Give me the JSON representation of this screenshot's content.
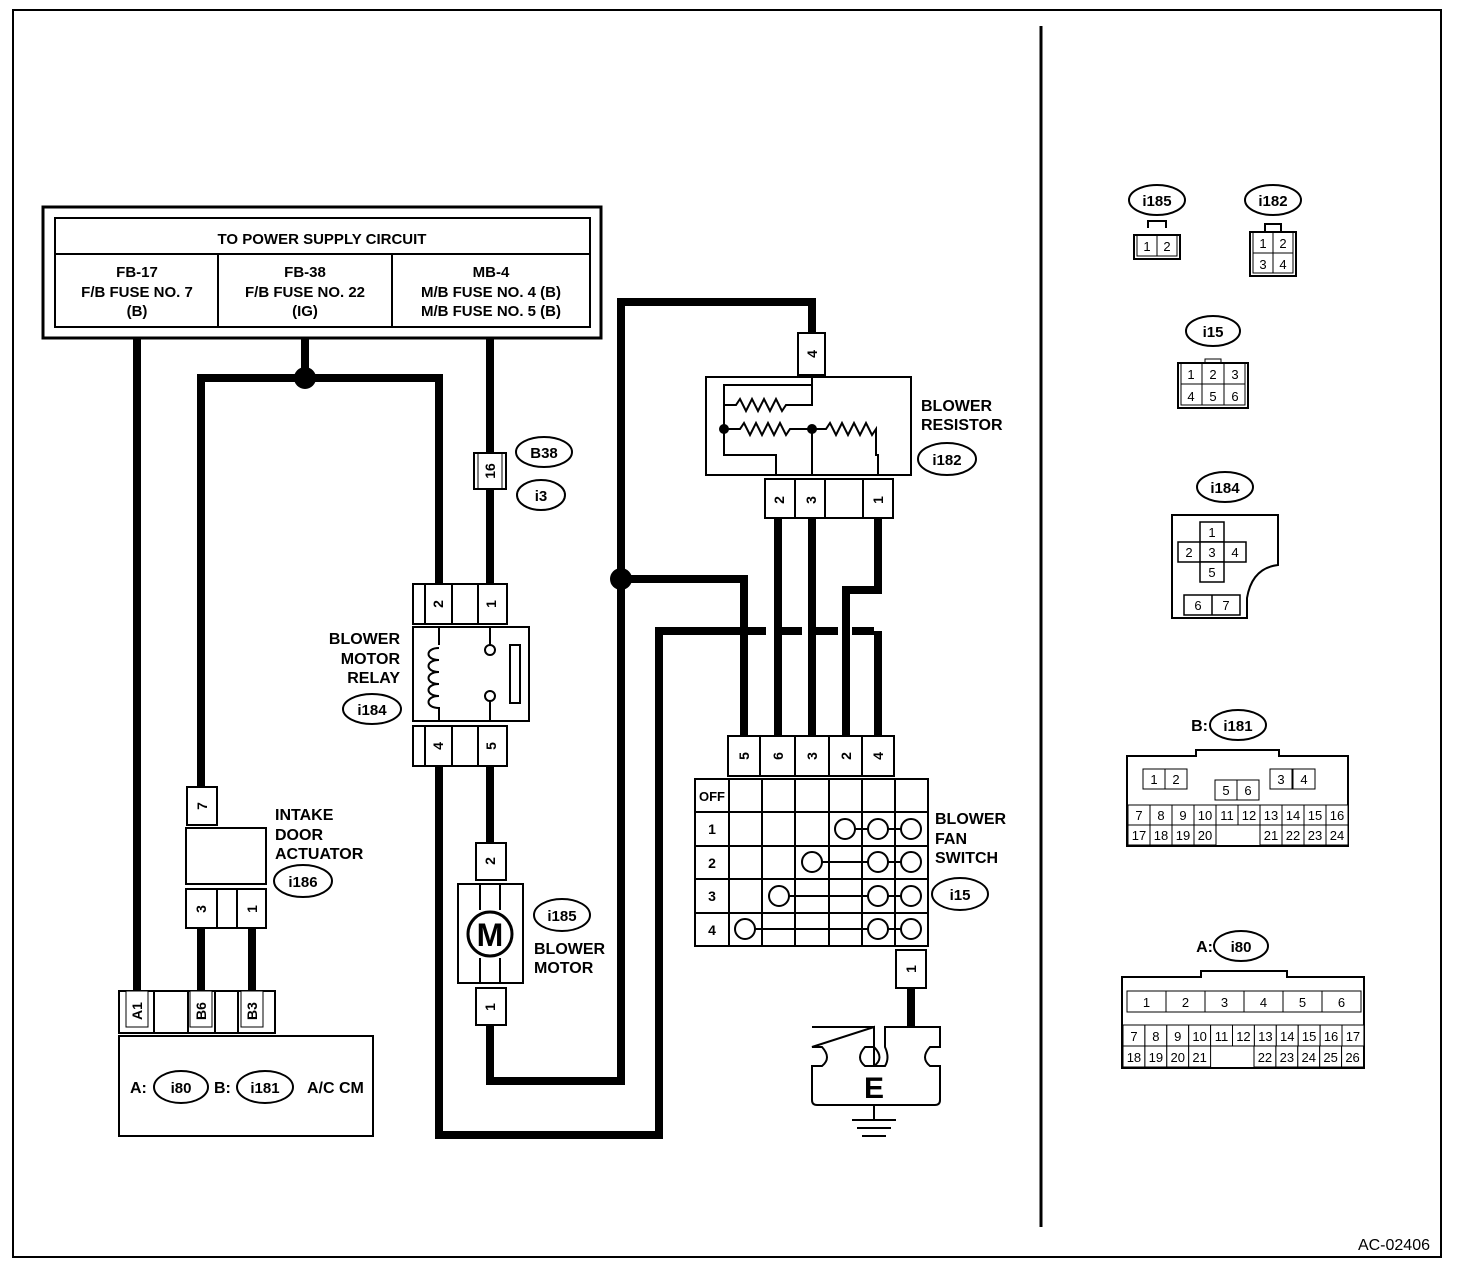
{
  "figure_id": "AC-02406",
  "power_supply": {
    "title": "TO POWER SUPPLY CIRCUIT",
    "fuses": [
      {
        "code": "FB-17",
        "desc": "F/B FUSE NO. 7",
        "type": "(B)"
      },
      {
        "code": "FB-38",
        "desc": "F/B FUSE NO. 22",
        "type": "(IG)"
      },
      {
        "code": "MB-4",
        "desc": "M/B FUSE NO. 4 (B)",
        "desc2": "M/B FUSE NO. 5 (B)"
      }
    ]
  },
  "components": {
    "blower_resistor": {
      "line1": "BLOWER",
      "line2": "RESISTOR",
      "connector": "i182"
    },
    "blower_motor_relay": {
      "line1": "BLOWER",
      "line2": "MOTOR",
      "line3": "RELAY",
      "connector": "i184"
    },
    "intake_door_actuator": {
      "line1": "INTAKE",
      "line2": "DOOR",
      "line3": "ACTUATOR",
      "connector": "i186"
    },
    "blower_motor": {
      "line1": "BLOWER",
      "line2": "MOTOR",
      "connector": "i185",
      "symbol": "M"
    },
    "blower_fan_switch": {
      "line1": "BLOWER",
      "line2": "FAN",
      "line3": "SWITCH",
      "connector": "i15",
      "rows": [
        "OFF",
        "1",
        "2",
        "3",
        "4"
      ]
    },
    "ac_cm": {
      "label": "A/C CM",
      "a_prefix": "A:",
      "a_connector": "i80",
      "b_prefix": "B:",
      "b_connector": "i181"
    },
    "ground": {
      "label": "E"
    }
  },
  "joint_connectors": {
    "top": "B38",
    "bottom": "i3"
  },
  "pins": {
    "resistor_in": "4",
    "resistor_out": [
      "2",
      "3",
      "1"
    ],
    "relay_top": [
      "2",
      "1"
    ],
    "relay_bottom": [
      "4",
      "5"
    ],
    "joint": "16",
    "actuator_top": "7",
    "actuator_bottom": [
      "3",
      "1"
    ],
    "motor_top": "2",
    "motor_bottom": "1",
    "switch_top": [
      "5",
      "6",
      "3",
      "2",
      "4"
    ],
    "switch_bottom": "1",
    "acm": [
      "A1",
      "B6",
      "B3"
    ]
  },
  "connector_views": {
    "i185": {
      "name": "i185",
      "pins": [
        "1",
        "2"
      ]
    },
    "i182": {
      "name": "i182",
      "pins": [
        "1",
        "2",
        "3",
        "4"
      ]
    },
    "i15": {
      "name": "i15",
      "pins": [
        "1",
        "2",
        "3",
        "4",
        "5",
        "6"
      ]
    },
    "i184": {
      "name": "i184",
      "pins": [
        "1",
        "2",
        "3",
        "4",
        "5",
        "6",
        "7"
      ]
    },
    "i181": {
      "prefix": "B:",
      "name": "i181",
      "row1": [
        "1",
        "2",
        "5",
        "6",
        "3",
        "4"
      ],
      "row2": [
        "7",
        "8",
        "9",
        "10",
        "11",
        "12",
        "13",
        "14",
        "15",
        "16"
      ],
      "row3": [
        "17",
        "18",
        "19",
        "20",
        "21",
        "22",
        "23",
        "24"
      ]
    },
    "i80": {
      "prefix": "A:",
      "name": "i80",
      "row1": [
        "1",
        "2",
        "3",
        "4",
        "5",
        "6"
      ],
      "row2": [
        "7",
        "8",
        "9",
        "10",
        "11",
        "12",
        "13",
        "14",
        "15",
        "16",
        "17"
      ],
      "row3": [
        "18",
        "19",
        "20",
        "21",
        "22",
        "23",
        "24",
        "25",
        "26"
      ]
    }
  }
}
